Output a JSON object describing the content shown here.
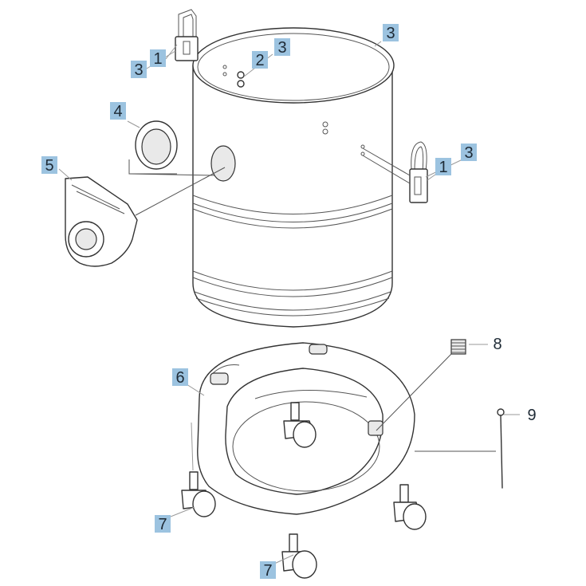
{
  "callouts": {
    "c1": "3",
    "c2": "1",
    "c3": "2",
    "c4": "3",
    "c5": "3",
    "c6": "4",
    "c7": "5",
    "c8": "3",
    "c9": "1",
    "c10": "6",
    "c11": "8",
    "c12": "9",
    "c13": "7",
    "c14": "7"
  },
  "colors": {
    "callout_fill": "#9cc3e0",
    "line": "#333333",
    "leader": "#9a9a9a"
  }
}
